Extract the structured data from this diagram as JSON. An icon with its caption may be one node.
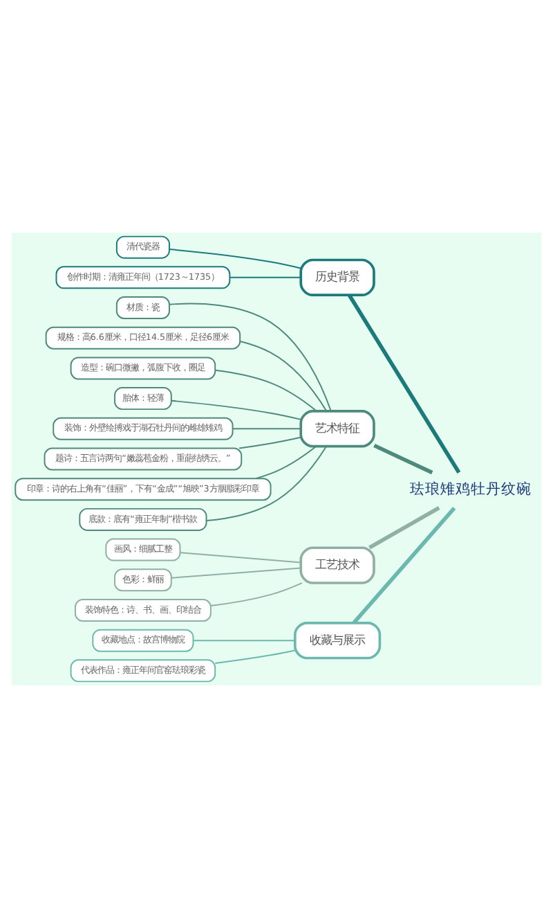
{
  "diagram": {
    "nodes": [
      {
        "text": [
          "珐琅雉鸡牡丹纹碗"
        ]
      },
      {
        "text": [
          "历史背景"
        ]
      },
      {
        "text": [
          "清代瓷器"
        ]
      },
      {
        "text": [
          "创作时期：清雍正年间（1723～1735）"
        ]
      },
      {
        "text": [
          "艺术特征"
        ]
      },
      {
        "text": [
          "材质：瓷"
        ]
      },
      {
        "text": [
          "规格：高6.6厘米，口径14.5厘米，足径6厘米"
        ]
      },
      {
        "text": [
          "造型：碗口微撇，弧腹下收，圈足"
        ]
      },
      {
        "text": [
          "胎体：轻薄"
        ]
      },
      {
        "text": [
          "装饰：外壁绘搏戏于湖石牡丹间的雌雄雉鸡"
        ]
      },
      {
        "text": [
          "题诗：五言诗两句“嫩蕊苞金粉，重葩结绣云。”"
        ]
      },
      {
        "text": [
          "印章：诗的右上角有“佳丽”，下有“金成”“旭映”3方胭脂彩印章"
        ]
      },
      {
        "text": [
          "底款：底有“雍正年制”楷书款"
        ]
      },
      {
        "text": [
          "工艺技术"
        ]
      },
      {
        "text": [
          "画风：细腻工整"
        ]
      },
      {
        "text": [
          "色彩：鲜丽"
        ]
      },
      {
        "text": [
          "装饰特色：诗、书、画、印结合"
        ]
      },
      {
        "text": [
          "收藏与展示"
        ]
      },
      {
        "text": [
          "收藏地点：故宫博物院"
        ]
      },
      {
        "text": [
          "代表作品：雍正年间官窑珐琅彩瓷"
        ]
      }
    ],
    "edges": [
      {
        "from": 0,
        "to": 1,
        "arrow": "none",
        "style": "thick",
        "color": "#1b7b7b"
      },
      {
        "from": 1,
        "to": 2,
        "arrow": "none",
        "color": "#1b7b7b"
      },
      {
        "from": 1,
        "to": 3,
        "arrow": "none",
        "color": "#1b7b7b"
      },
      {
        "from": 0,
        "to": 4,
        "arrow": "none",
        "style": "thick"
      },
      {
        "from": 4,
        "to": 5,
        "arrow": "none"
      },
      {
        "from": 4,
        "to": 6,
        "arrow": "none"
      },
      {
        "from": 4,
        "to": 7,
        "arrow": "none"
      },
      {
        "from": 4,
        "to": 8,
        "arrow": "none"
      },
      {
        "from": 4,
        "to": 9,
        "arrow": "none"
      },
      {
        "from": 4,
        "to": 10,
        "arrow": "none"
      },
      {
        "from": 4,
        "to": 11,
        "arrow": "none"
      },
      {
        "from": 4,
        "to": 12,
        "arrow": "none"
      },
      {
        "from": 0,
        "to": 13,
        "arrow": "none",
        "style": "thick",
        "color": "#8fb0a2"
      },
      {
        "from": 13,
        "to": 14,
        "arrow": "none",
        "color": "#8fb0a2"
      },
      {
        "from": 13,
        "to": 15,
        "arrow": "none",
        "color": "#8fb0a2"
      },
      {
        "from": 13,
        "to": 16,
        "arrow": "none",
        "color": "#8fb0a2"
      },
      {
        "from": 0,
        "to": 17,
        "arrow": "none",
        "style": "thick",
        "color": "#6bb8ae"
      },
      {
        "from": 17,
        "to": 18,
        "arrow": "none",
        "color": "#6bb8ae"
      },
      {
        "from": 17,
        "to": 19,
        "arrow": "none",
        "color": "#6bb8ae"
      }
    ]
  }
}
